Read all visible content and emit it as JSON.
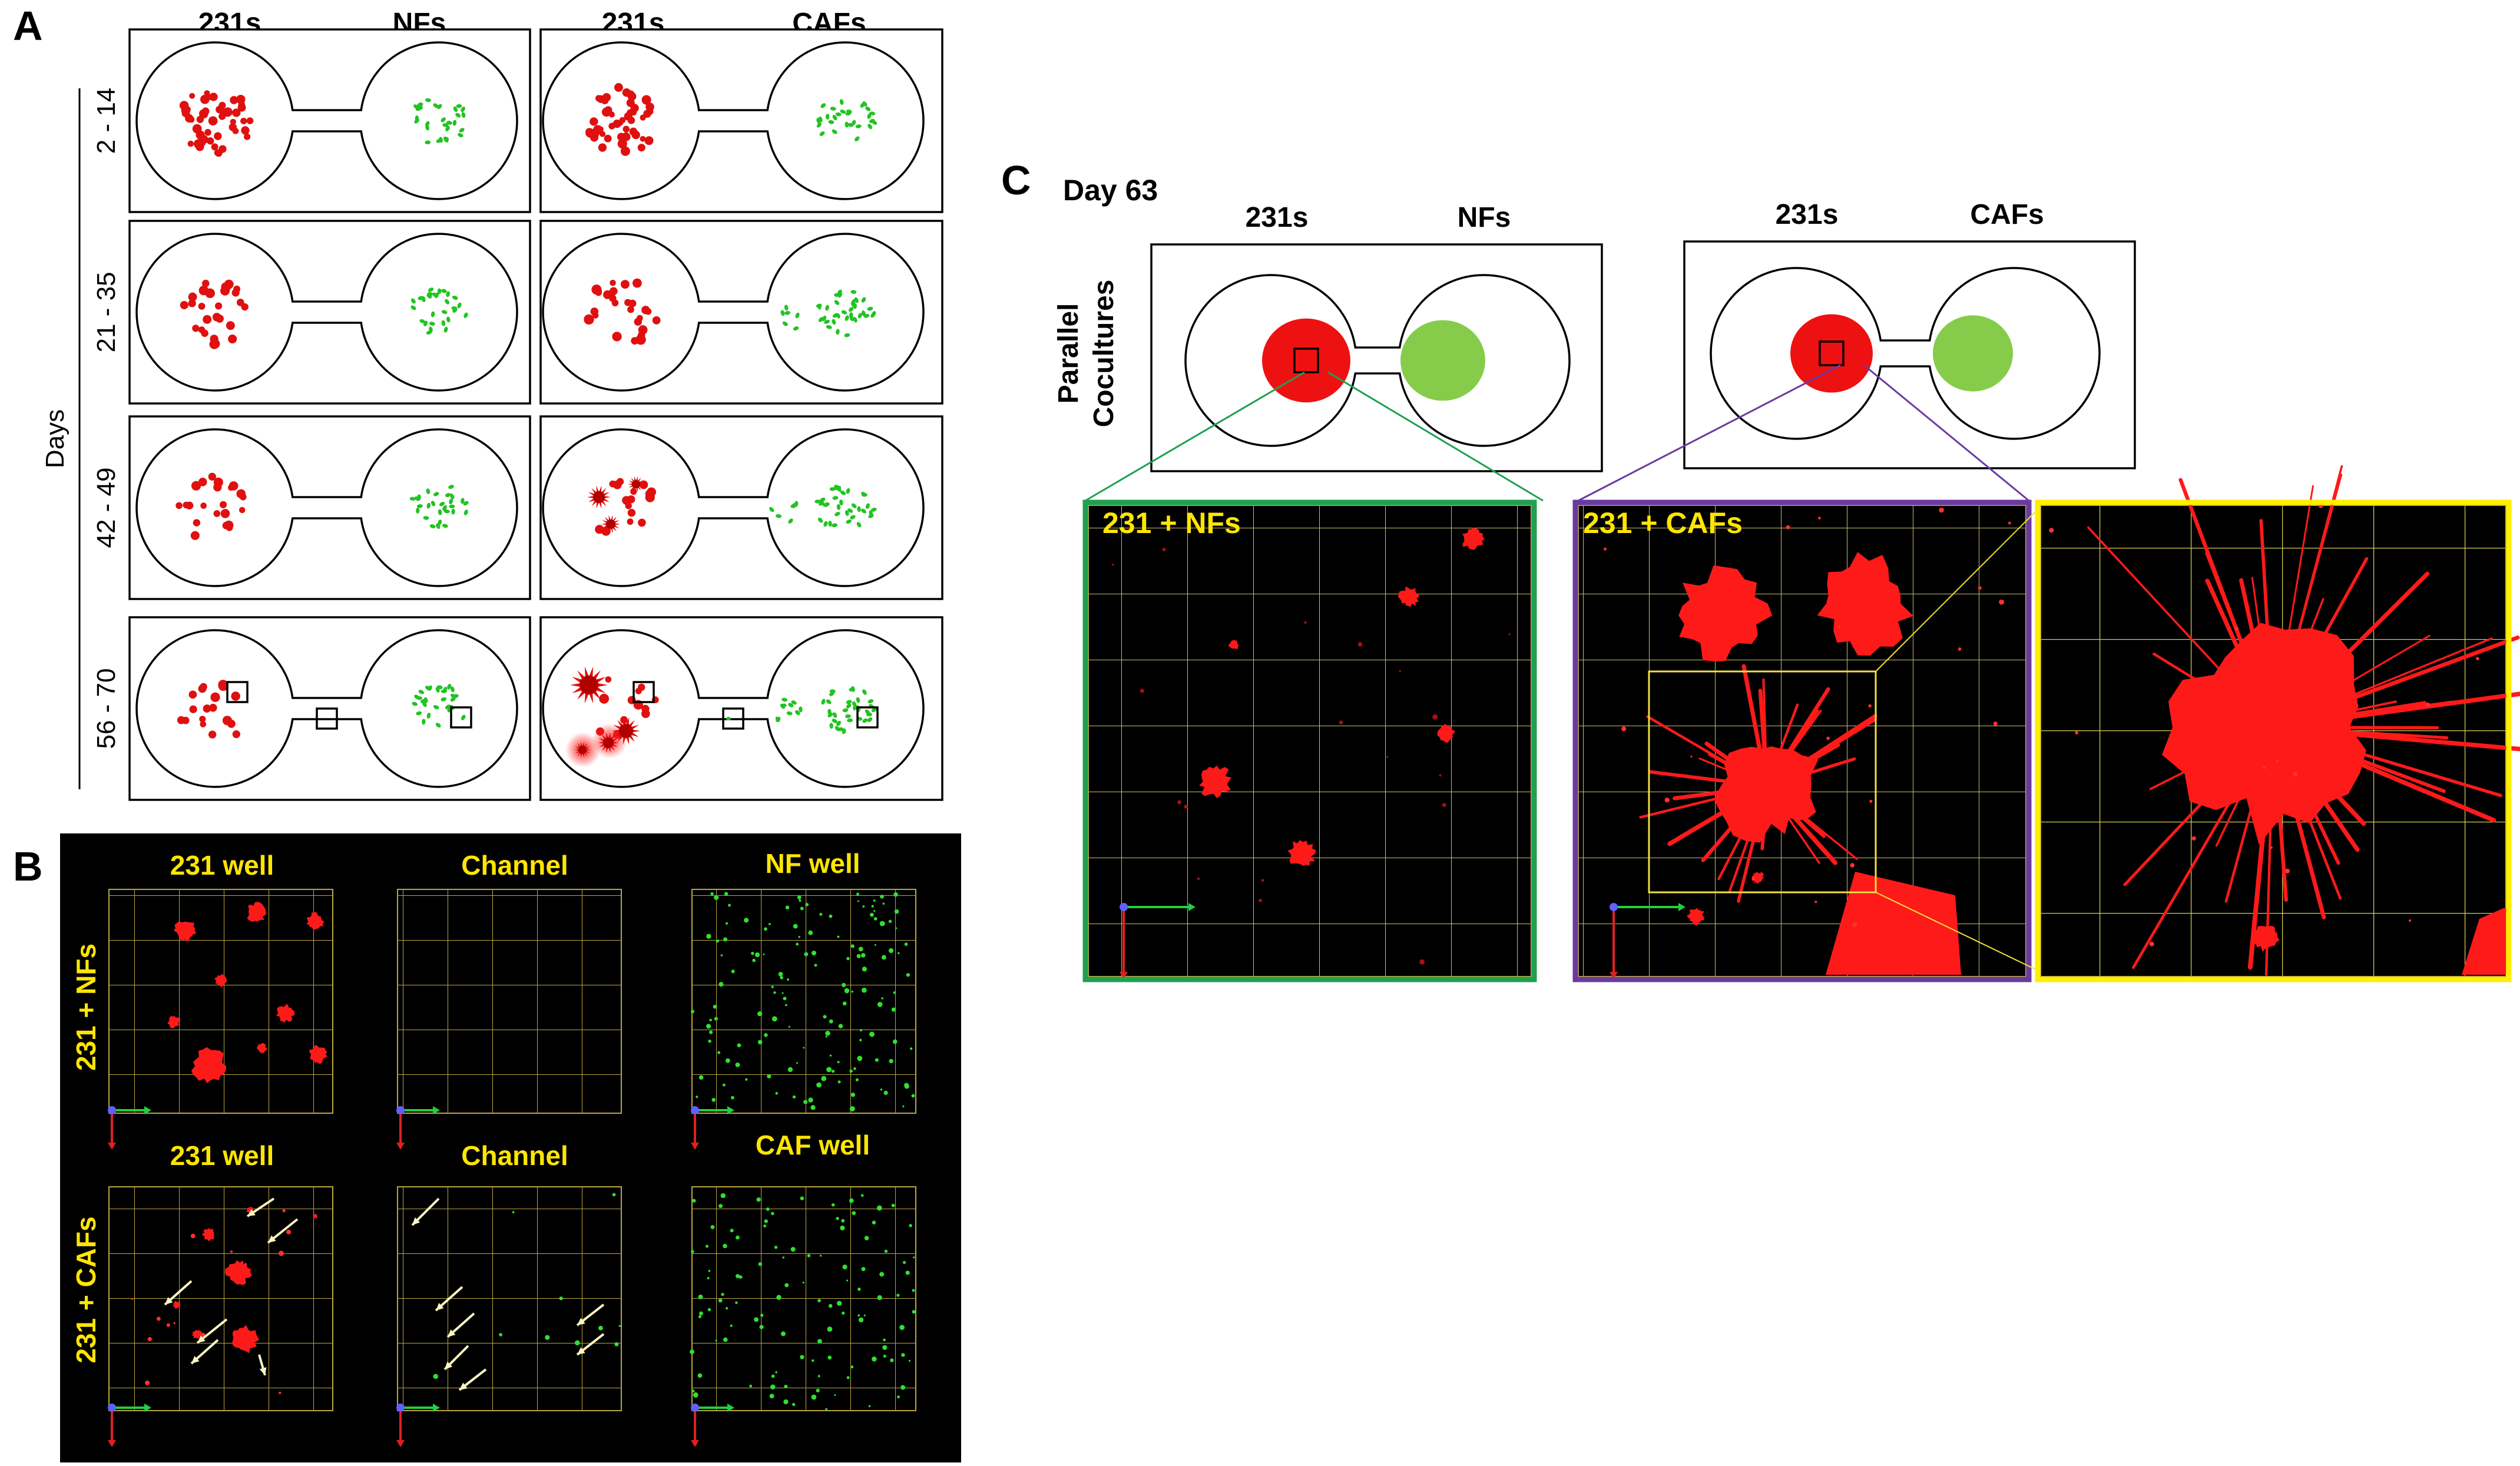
{
  "panels": {
    "A": {
      "letter": "A",
      "col_headers": [
        "231s",
        "NFs",
        "231s",
        "CAFs"
      ],
      "axis_label": "Days",
      "rows": [
        "2 - 14",
        "21 - 35",
        "42 - 49",
        "56 - 70"
      ]
    },
    "B": {
      "letter": "B",
      "col_headers_top": [
        "231 well",
        "Channel",
        "NF well"
      ],
      "col_headers_bottom": [
        "231 well",
        "Channel",
        "CAF well"
      ],
      "row_labels": [
        "231 + NFs",
        "231 + CAFs"
      ]
    },
    "C": {
      "letter": "C",
      "title": "Day 63",
      "side_label": [
        "Parallel",
        "Cocultures"
      ],
      "col_headers": [
        "231s",
        "NFs",
        "231s",
        "CAFs"
      ],
      "image_labels": [
        "231 + NFs",
        "231 + CAFs"
      ]
    }
  },
  "colors": {
    "cancer_red": "#e01010",
    "fibroblast_green": "#22c322",
    "nf_solid_green": "#86cc4a",
    "label_yellow": "#ffe600",
    "frame_green": "#1fa050",
    "frame_purple": "#6a3aa0",
    "frame_yellow": "#ffee00"
  },
  "icons": [
    "axes-icon",
    "arrow-icon"
  ]
}
